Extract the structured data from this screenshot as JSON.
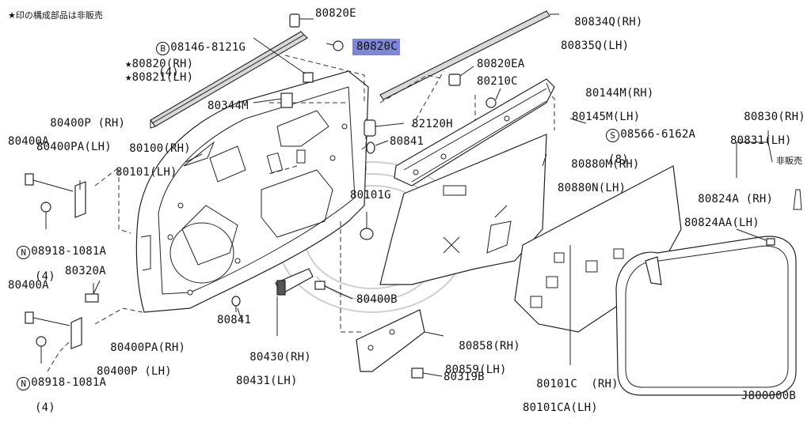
{
  "header": {
    "note": "★印の構成部品は非販売"
  },
  "corner_note": "非販売",
  "diagram_id": "J800000B",
  "highlight_part": "80820C",
  "labels": {
    "p80820E": "80820E",
    "b08146": "08146-8121G",
    "b08146_qty": "(4)",
    "b_prefix": "B",
    "p80820C": "80820C",
    "p80820_rh": "★80820(RH)",
    "p80821_lh": "★80821(LH)",
    "p80344M": "80344M",
    "p80834Q": "80834Q(RH)",
    "p80835Q": "80835Q(LH)",
    "p80820EA": "80820EA",
    "p80210C": "80210C",
    "p80144M": "80144M(RH)",
    "p80145M": "80145M(LH)",
    "s08566": "08566-6162A",
    "s08566_qty": "(8)",
    "s_prefix": "S",
    "p82120H": "82120H",
    "p80841a": "80841",
    "p80880M": "80880M(RH)",
    "p80880N": "80880N(LH)",
    "p80830": "80830(RH)",
    "p80831": "80831(LH)",
    "p80400P": "80400P (RH)",
    "p80400PA": "80400PA(LH)",
    "p80100": "80100(RH)",
    "p80101": "80101(LH)",
    "p80400A_top": "80400A",
    "n08918_top": "08918-1081A",
    "n08918_top_qty": "(4)",
    "n_prefix": "N",
    "p80101G": "80101G",
    "p80824A": "80824A (RH)",
    "p80824AA": "80824AA(LH)",
    "p80320A": "80320A",
    "p80400A_bot": "80400A",
    "p80400B": "80400B",
    "p80841b": "80841",
    "p80400PA_bot": "80400PA(RH)",
    "p80400P_bot": "80400P (LH)",
    "p80858": "80858(RH)",
    "p80859": "80859(LH)",
    "p80430": "80430(RH)",
    "p80431": "80431(LH)",
    "n08918_bot": "08918-1081A",
    "n08918_bot_qty": "(4)",
    "p80319B": "80319B",
    "p80101C": "80101C  (RH)",
    "p80101CA": "80101CA(LH)"
  },
  "colors": {
    "highlight": "#7f86d6",
    "line": "#222222"
  }
}
